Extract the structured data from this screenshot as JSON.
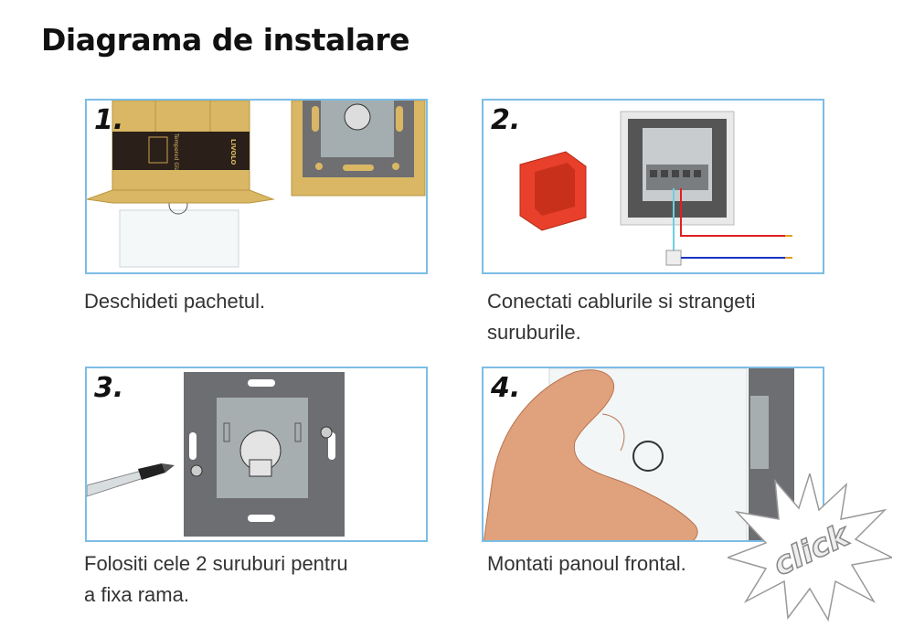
{
  "title": "Diagrama de instalare",
  "steps": [
    {
      "number": "1.",
      "caption": "Deschideti pachetul.",
      "package_text": [
        "Tempered Glass",
        "LIVOLO"
      ]
    },
    {
      "number": "2.",
      "caption_line1": "Conectati cablurile si strangeti",
      "caption_line2": "suruburile."
    },
    {
      "number": "3.",
      "caption_line1": "Folositi cele 2 suruburi pentru",
      "caption_line2": "a fixa rama."
    },
    {
      "number": "4.",
      "caption": "Montati panoul frontal.",
      "badge": "click"
    }
  ],
  "colors": {
    "panel_border": "#7cbde6",
    "box": "#d9b764",
    "wire_live": "#e02020",
    "wire_neutral": "#1a33c8",
    "junction_box": "#e8402a"
  }
}
